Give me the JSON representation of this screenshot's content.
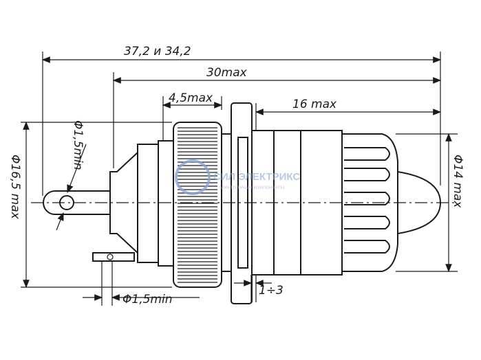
{
  "dimensions": {
    "overall_length": "37,2 и 34,2",
    "length_max": "30max",
    "nut_width": "4,5max",
    "lens_length": "16 max",
    "hole_top": "Φ1,5min",
    "hole_bottom": "Φ1,5min",
    "body_diameter": "Φ16,5 max",
    "lens_diameter": "Φ14 max",
    "panel_thickness": "1÷3"
  },
  "watermark": {
    "brand": "СИЛ ЭЛЕКТРИКС",
    "tagline": "электронные компоненты"
  }
}
